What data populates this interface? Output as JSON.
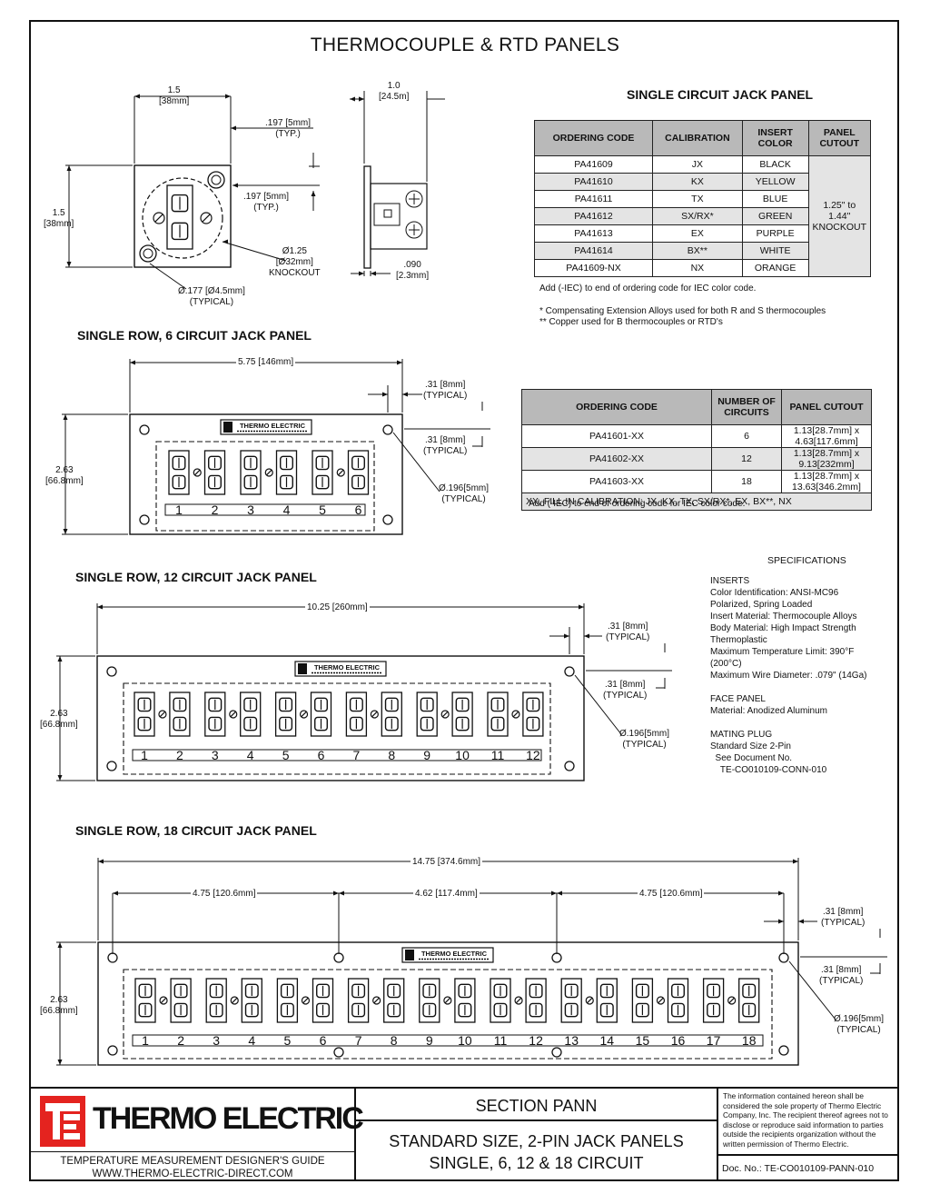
{
  "title": "THERMOCOUPLE & RTD PANELS",
  "single_panel": {
    "heading": "SINGLE CIRCUIT JACK PANEL",
    "dims": {
      "width": "1.5\n[38mm]",
      "height": "1.5\n[38mm]",
      "depth": "1.0\n[24.5m]",
      "inset_top": ".197 [5mm]\n(TYP.)",
      "inset_side": ".197 [5mm]\n(TYP.)",
      "knockout": "Ø1.25\n[Ø32mm]\nKNOCKOUT",
      "hole": "Ø.177 [Ø4.5mm]\n(TYPICAL)",
      "thickness": ".090\n[2.3mm]"
    },
    "table": {
      "headers": [
        "ORDERING CODE",
        "CALIBRATION",
        "INSERT COLOR",
        "PANEL CUTOUT"
      ],
      "rows": [
        [
          "PA41609",
          "JX",
          "BLACK"
        ],
        [
          "PA41610",
          "KX",
          "YELLOW"
        ],
        [
          "PA41611",
          "TX",
          "BLUE"
        ],
        [
          "PA41612",
          "SX/RX*",
          "GREEN"
        ],
        [
          "PA41613",
          "EX",
          "PURPLE"
        ],
        [
          "PA41614",
          "BX**",
          "WHITE"
        ],
        [
          "PA41609-NX",
          "NX",
          "ORANGE"
        ]
      ],
      "cutout": "1.25\" to 1.44\" KNOCKOUT"
    },
    "notes": [
      "Add (-IEC) to end of ordering code for IEC color code.",
      "*  Compensating Extension Alloys used for both R and S thermocouples",
      "** Copper used for B thermocouples or RTD's"
    ]
  },
  "six_panel": {
    "heading": "SINGLE ROW, 6 CIRCUIT JACK PANEL",
    "width": "5.75 [146mm]",
    "height": "2.63\n[66.8mm]",
    "edge_top": ".31 [8mm]\n(TYPICAL)",
    "edge_side": ".31 [8mm]\n(TYPICAL)",
    "hole": "Ø.196[5mm]\n(TYPICAL)",
    "labels": [
      "1",
      "2",
      "3",
      "4",
      "5",
      "6"
    ]
  },
  "multi_table": {
    "headers": [
      "ORDERING CODE",
      "NUMBER OF CIRCUITS",
      "PANEL CUTOUT"
    ],
    "rows": [
      [
        "PA41601-XX",
        "6",
        "1.13[28.7mm] x 4.63[117.6mm]"
      ],
      [
        "PA41602-XX",
        "12",
        "1.13[28.7mm] x 9.13[232mm]"
      ],
      [
        "PA41603-XX",
        "18",
        "1.13[28.7mm] x 13.63[346.2mm]"
      ]
    ],
    "fill_note": "XX, FILL IN CALIBRATION: JX, KX, TX, SX/RX*, EX, BX**, NX",
    "iec_note": "Add (-IEC) to end of ordering code for IEC color code."
  },
  "specifications": {
    "heading": "SPECIFICATIONS",
    "lines": [
      "INSERTS",
      "Color Identification: ANSI-MC96",
      "Polarized, Spring Loaded",
      "Insert Material: Thermocouple Alloys",
      "Body Material: High Impact Strength",
      "Thermoplastic",
      "Maximum Temperature Limit: 390°F",
      "(200°C)",
      "Maximum Wire Diameter: .079\" (14Ga)",
      "",
      "FACE PANEL",
      "Material: Anodized Aluminum",
      "",
      "MATING PLUG",
      "Standard Size 2-Pin",
      "  See Document No.",
      "    TE-CO010109-CONN-010"
    ]
  },
  "twelve_panel": {
    "heading": "SINGLE ROW, 12 CIRCUIT JACK PANEL",
    "width": "10.25 [260mm]",
    "height": "2.63\n[66.8mm]",
    "edge_top": ".31 [8mm]\n(TYPICAL)",
    "edge_side": ".31 [8mm]\n(TYPICAL)",
    "hole": "Ø.196[5mm]\n(TYPICAL)",
    "labels": [
      "1",
      "2",
      "3",
      "4",
      "5",
      "6",
      "7",
      "8",
      "9",
      "10",
      "11",
      "12"
    ]
  },
  "eighteen_panel": {
    "heading": "SINGLE ROW, 18 CIRCUIT JACK PANEL",
    "width": "14.75 [374.6mm]",
    "seg1": "4.75 [120.6mm]",
    "seg2": "4.62 [117.4mm]",
    "seg3": "4.75 [120.6mm]",
    "height": "2.63\n[66.8mm]",
    "edge_top": ".31 [8mm]\n(TYPICAL)",
    "edge_side": ".31 [8mm]\n(TYPICAL)",
    "hole": "Ø.196[5mm]\n(TYPICAL)",
    "labels": [
      "1",
      "2",
      "3",
      "4",
      "5",
      "6",
      "7",
      "8",
      "9",
      "10",
      "11",
      "12",
      "13",
      "14",
      "15",
      "16",
      "17",
      "18"
    ]
  },
  "panel_logo": "THERMO ELECTRIC",
  "title_block": {
    "company": "THERMO ELECTRIC",
    "guide": "TEMPERATURE MEASUREMENT DESIGNER'S GUIDE",
    "website": "WWW.THERMO-ELECTRIC-DIRECT.COM",
    "section": "SECTION PANN",
    "desc_line1": "STANDARD SIZE, 2-PIN JACK PANELS",
    "desc_line2": "SINGLE, 6, 12 & 18 CIRCUIT",
    "legal": "The information contained hereon shall be considered the sole property of Thermo Electric Company, Inc. The recipient thereof agrees not to disclose or reproduce said information to parties outside the recipients organization without the written permission of Thermo Electric.",
    "doc_no": "Doc. No.: TE-CO010109-PANN-010",
    "brand_color": "#e4231f"
  }
}
